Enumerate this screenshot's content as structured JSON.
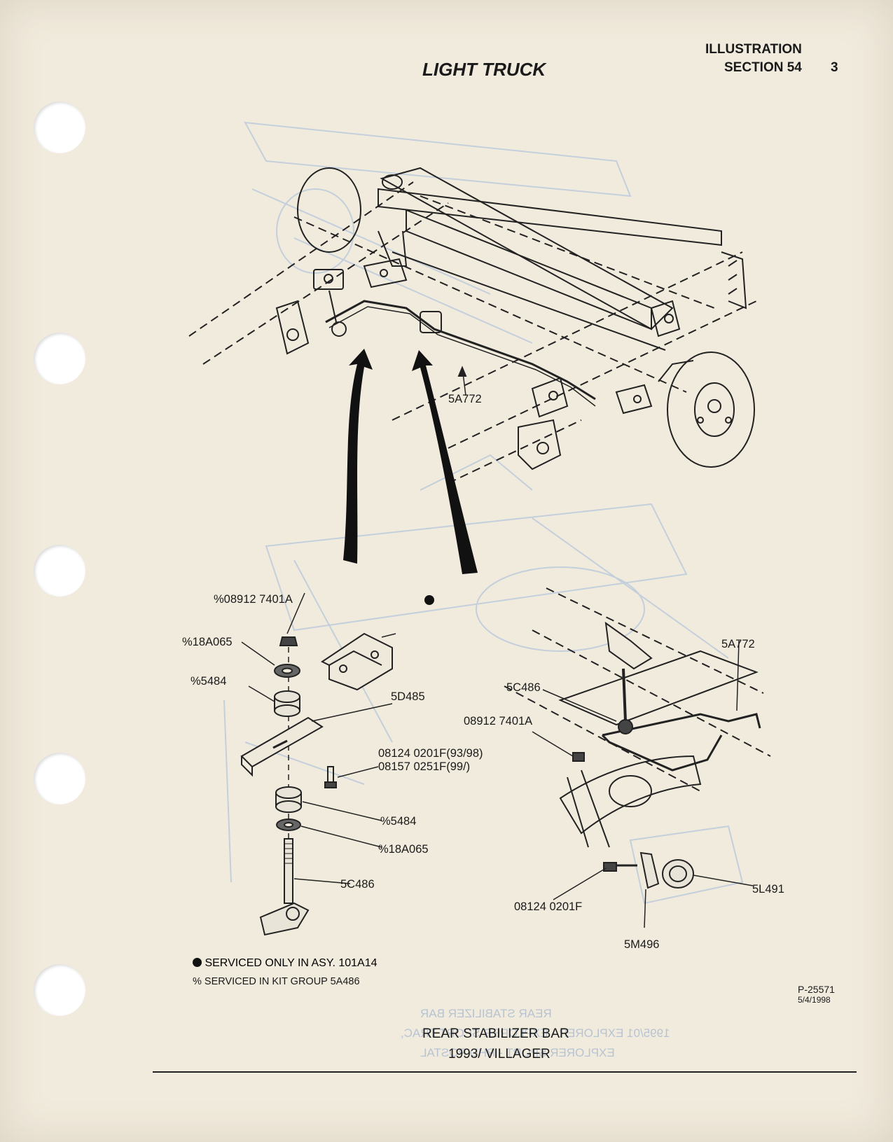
{
  "header": {
    "title": "LIGHT TRUCK",
    "illustration": "ILLUSTRATION",
    "section": "SECTION 54",
    "page_number": "3"
  },
  "labels": {
    "upper_bar": "5A772",
    "nut_top": "%08912 7401A",
    "washer_top": "%18A065",
    "bushing_top": "%5484",
    "bracket": "5D485",
    "bolt_line1": "08124 0201F(93/98)",
    "bolt_line2": "08157 0251F(99/)",
    "bushing_bottom": "%5484",
    "washer_bottom": "%18A065",
    "link_left": "5C486",
    "bar_right": "5A772",
    "link_right": "5C486",
    "nut_right": "08912 7401A",
    "bolt_right": "08124 0201F",
    "bushing_right": "5L491",
    "clamp": "5M496"
  },
  "notes": {
    "note1": "SERVICED ONLY IN ASY. 101A14",
    "note2": "% SERVICED IN KIT GROUP 5A486"
  },
  "footer": {
    "part_number": "P-25571",
    "date": "5/4/1998",
    "caption_line1": "REAR STABILIZER BAR",
    "caption_line2": "1993/ VILLAGER"
  },
  "bleed_through": {
    "line1": "REAR STABILIZER BAR",
    "line2": "1995/01 EXPLORER - EXPLORER SPORT TRAC,",
    "line3": "EXPLORER SPORT - RHD POSTAL"
  }
}
